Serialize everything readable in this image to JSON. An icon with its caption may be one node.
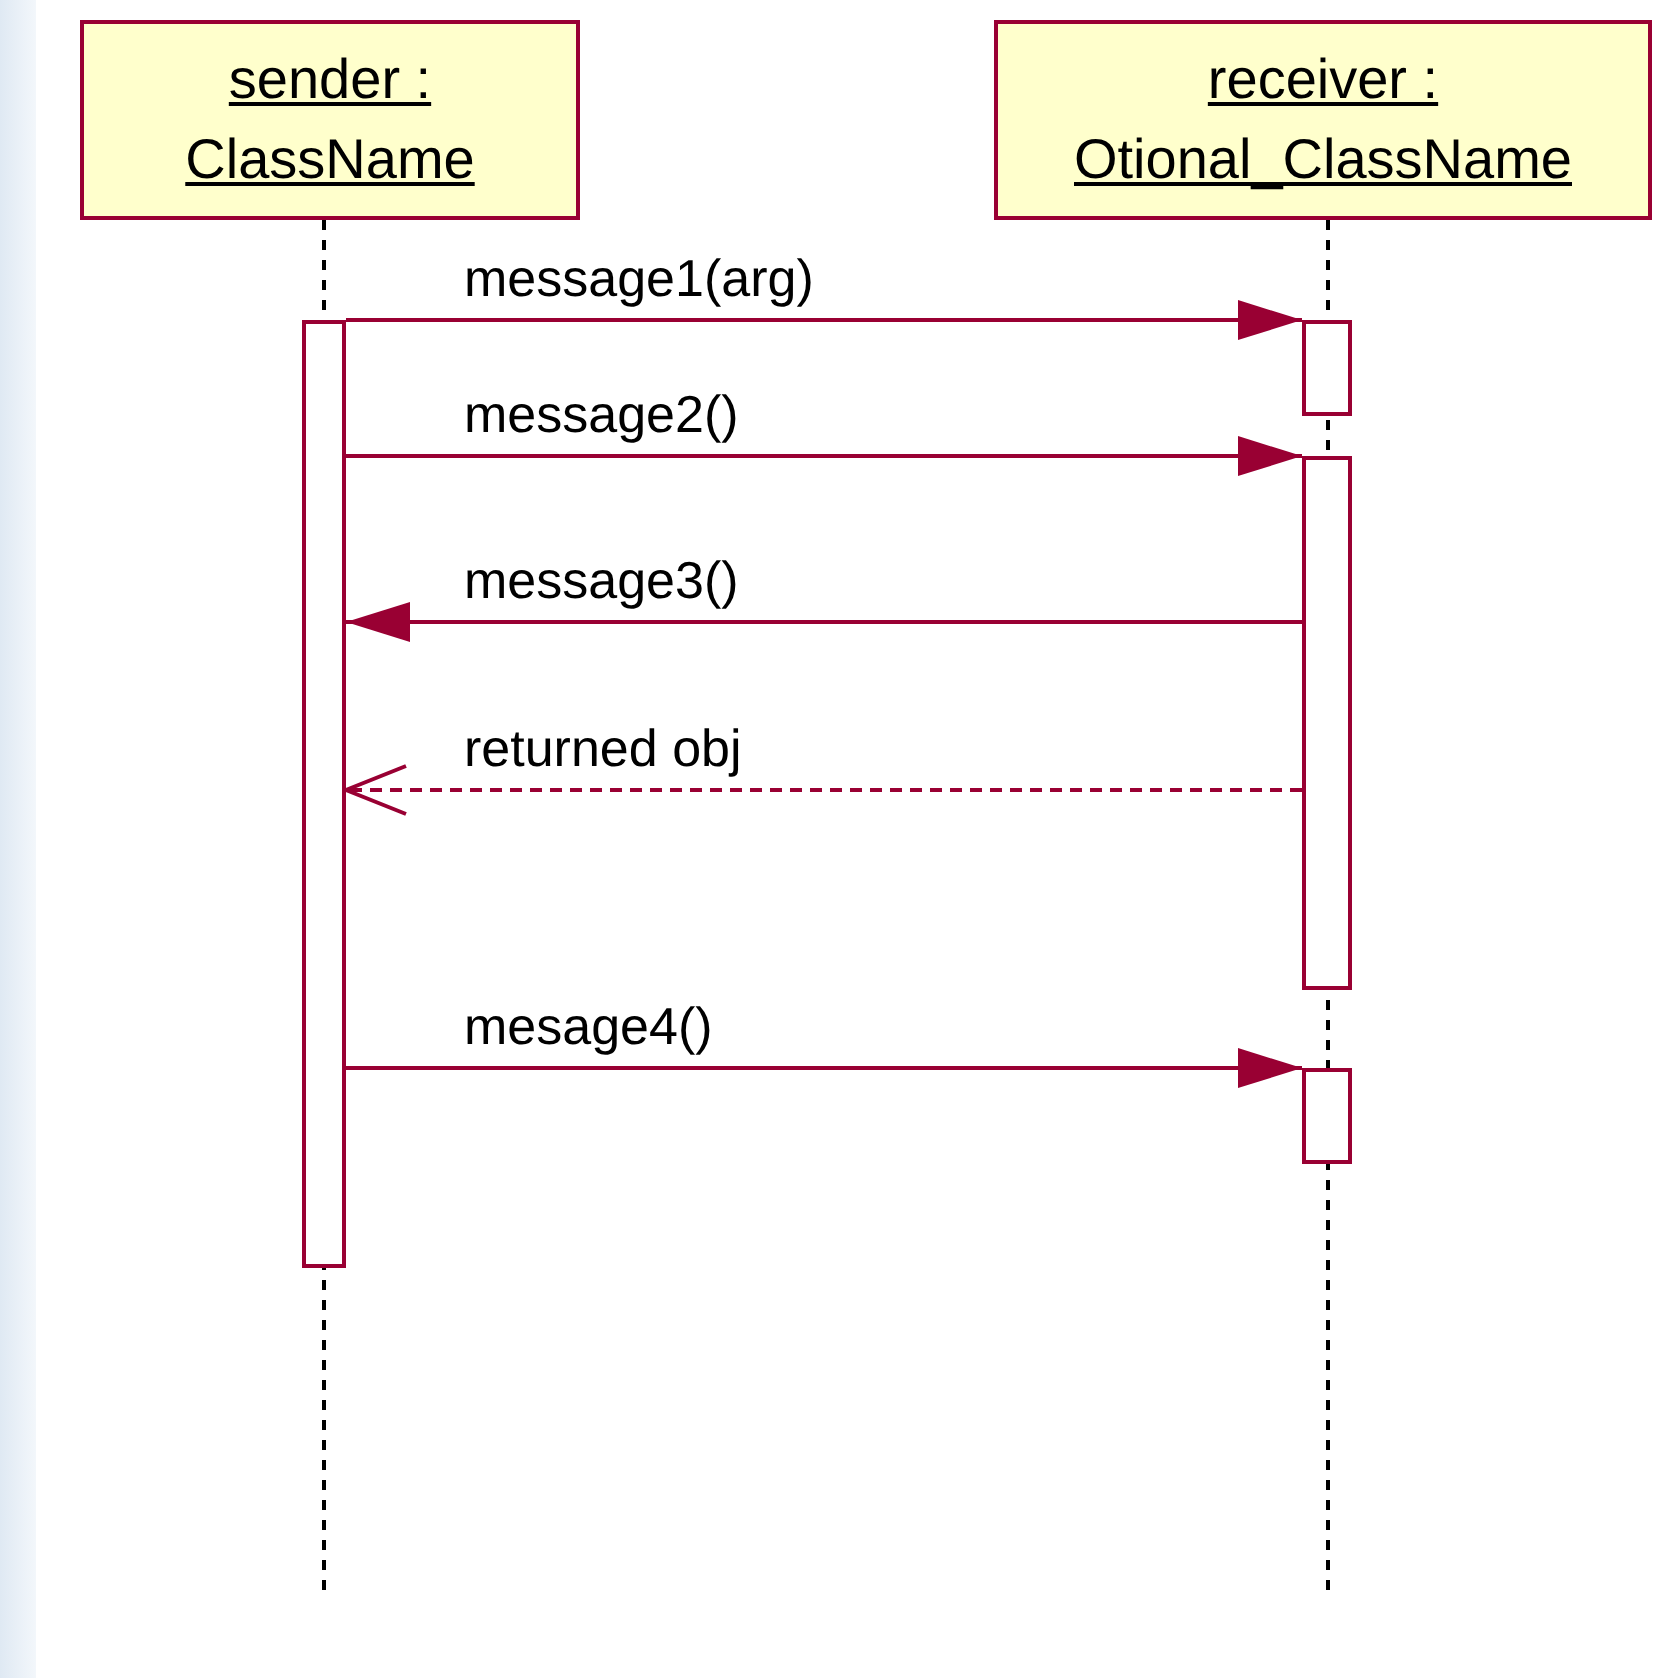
{
  "diagram": {
    "nodes": [
      {
        "text": [
          "sender : ClassName"
        ]
      },
      {
        "text": [
          "receiver : Otional_ClassName"
        ]
      },
      {
        "text": [],
        "shape": "bar"
      },
      {
        "text": [],
        "shape": "bar"
      },
      {
        "text": [],
        "shape": "bar"
      },
      {
        "text": [],
        "shape": "bar"
      }
    ],
    "edges": [
      {
        "from": 2,
        "to": 3,
        "arrow": "to",
        "label": "message1(arg)"
      },
      {
        "from": 2,
        "to": 4,
        "arrow": "to",
        "label": "message2()"
      },
      {
        "from": 4,
        "to": 2,
        "arrow": "to",
        "label": "message3()"
      },
      {
        "from": 4,
        "to": 2,
        "arrow": "to",
        "label": "returned obj",
        "style": "dashed"
      },
      {
        "from": 2,
        "to": 5,
        "arrow": "to",
        "label": "mesage4()"
      }
    ]
  }
}
